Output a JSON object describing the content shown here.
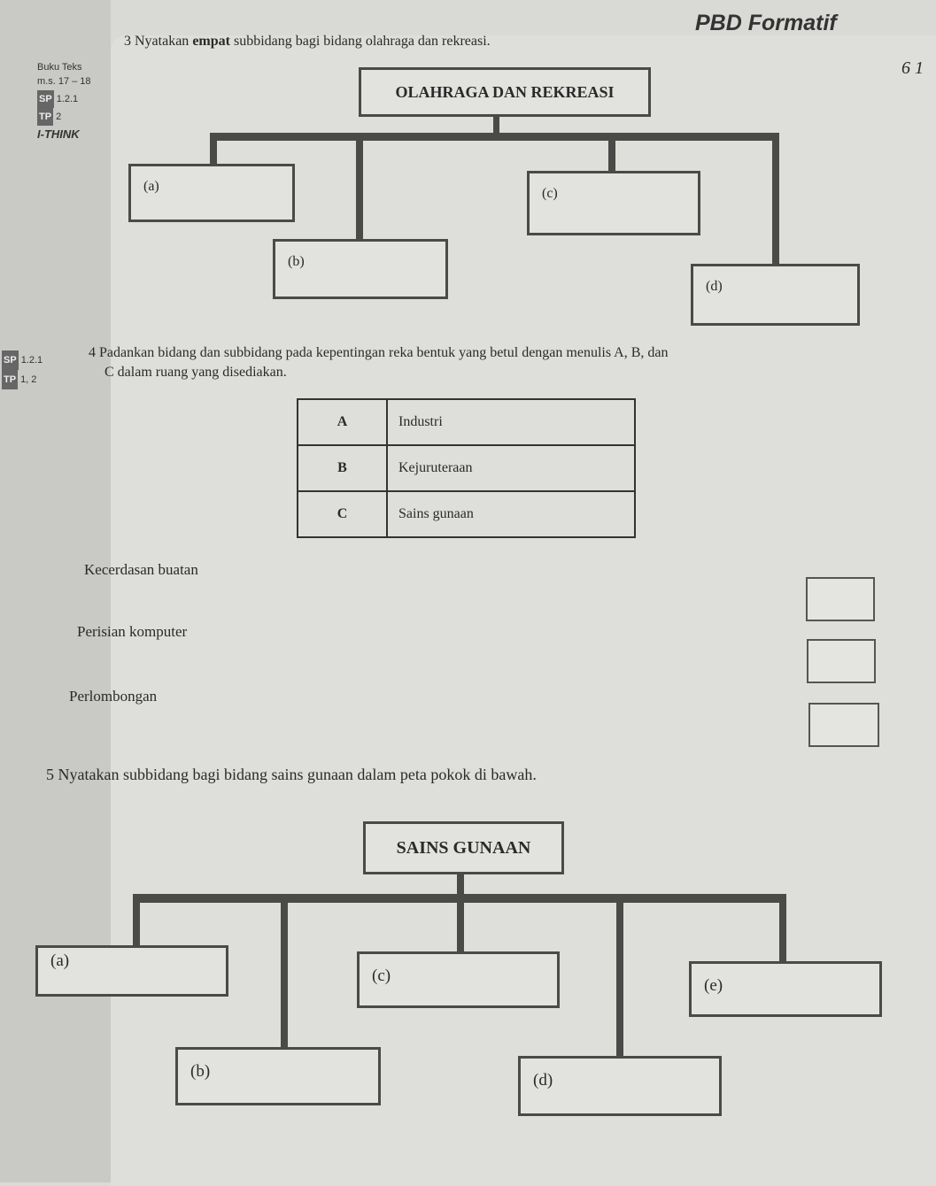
{
  "header": {
    "title": "PBD Formatif",
    "page_mark": "6 1"
  },
  "q3": {
    "side": {
      "book": "Buku Teks",
      "pages": "m.s. 17 – 18",
      "sp_tag": "SP",
      "sp": "1.2.1",
      "tp_tag": "TP",
      "tp": "2",
      "ithink": "I-THINK"
    },
    "number": "3",
    "text_before": "Nyatakan ",
    "text_bold": "empat",
    "text_after": " subbidang bagi bidang olahraga dan rekreasi.",
    "root": "OLAHRAGA DAN REKREASI",
    "boxes": [
      "(a)",
      "(b)",
      "(c)",
      "(d)"
    ]
  },
  "q4": {
    "side": {
      "sp_tag": "SP",
      "sp": "1.2.1",
      "tp_tag": "TP",
      "tp": "1, 2"
    },
    "number": "4",
    "line1": "Padankan bidang dan subbidang pada kepentingan reka bentuk yang betul dengan menulis A, B, dan",
    "line2": "C dalam ruang yang disediakan.",
    "table": [
      {
        "key": "A",
        "value": "Industri"
      },
      {
        "key": "B",
        "value": "Kejuruteraan"
      },
      {
        "key": "C",
        "value": "Sains gunaan"
      }
    ],
    "items": [
      "Kecerdasan buatan",
      "Perisian komputer",
      "Perlombongan"
    ]
  },
  "q5": {
    "number": "5",
    "text": "Nyatakan subbidang bagi bidang sains gunaan dalam peta pokok di bawah.",
    "root": "SAINS GUNAAN",
    "boxes": [
      "(a)",
      "(b)",
      "(c)",
      "(d)",
      "(e)"
    ]
  }
}
